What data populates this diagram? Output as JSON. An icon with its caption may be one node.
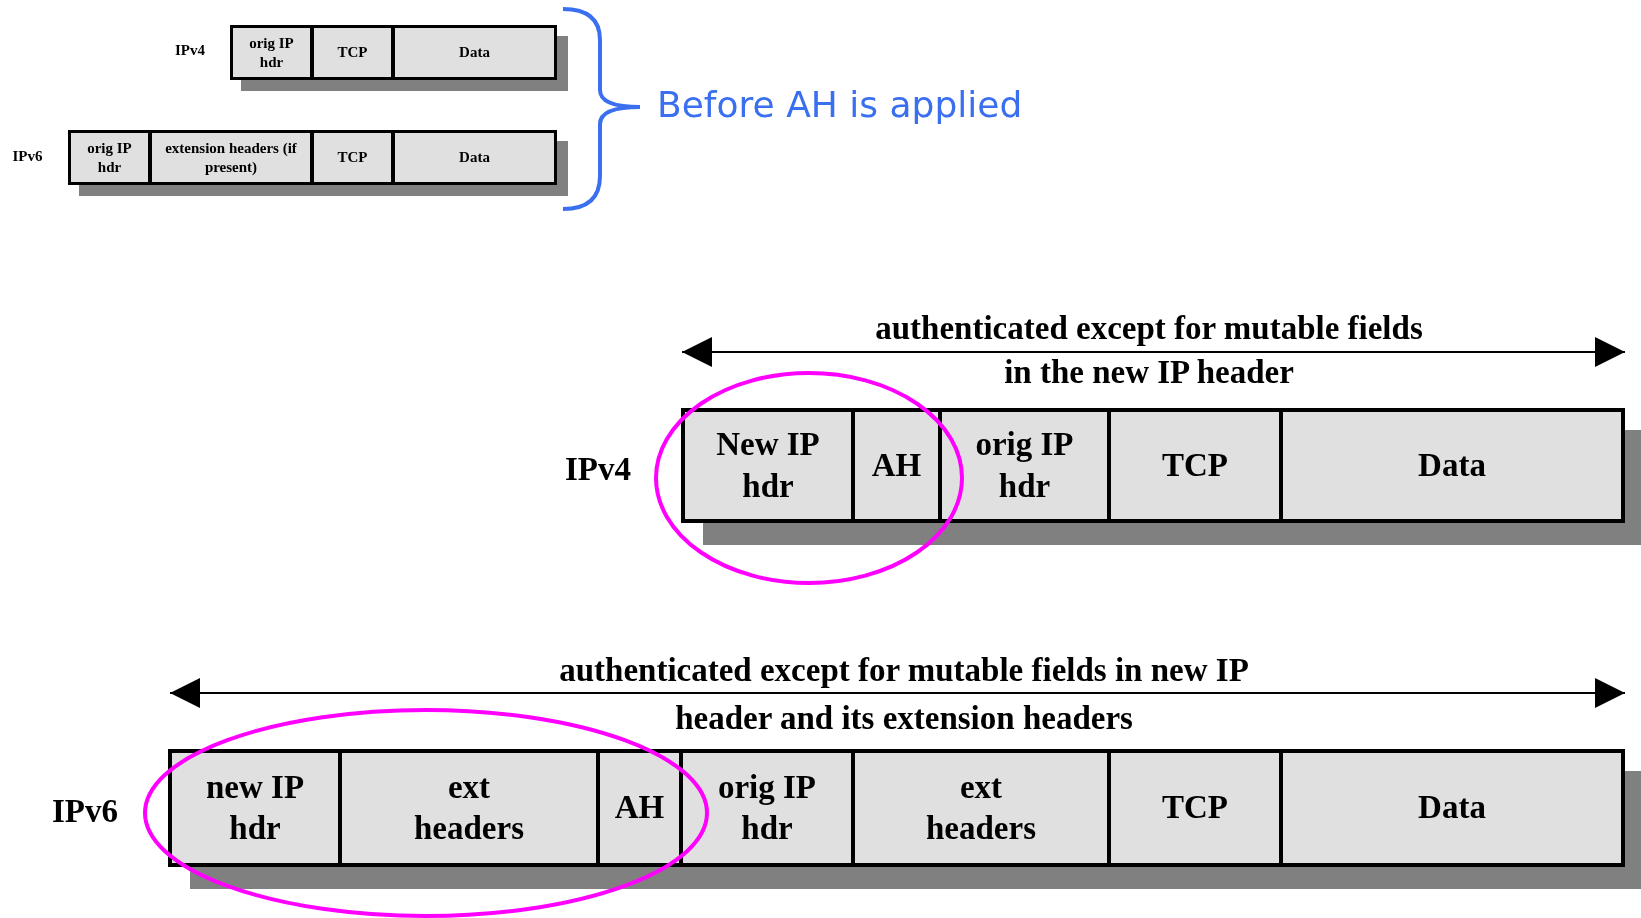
{
  "diagram": {
    "nodes": [
      {
        "text": [
          "orig IP hdr"
        ]
      },
      {
        "text": [
          "TCP"
        ]
      },
      {
        "text": [
          "Data"
        ]
      },
      {
        "text": [
          "orig IP hdr"
        ]
      },
      {
        "text": [
          "extension headers (if present)"
        ]
      },
      {
        "text": [
          "TCP"
        ]
      },
      {
        "text": [
          "Data"
        ]
      },
      {
        "text": [
          "New IP hdr"
        ]
      },
      {
        "text": [
          "AH"
        ]
      },
      {
        "text": [
          "orig IP hdr"
        ]
      },
      {
        "text": [
          "TCP"
        ]
      },
      {
        "text": [
          "Data"
        ]
      },
      {
        "text": [
          "new IP hdr"
        ]
      },
      {
        "text": [
          "ext headers"
        ]
      },
      {
        "text": [
          "AH"
        ]
      },
      {
        "text": [
          "orig IP hdr"
        ]
      },
      {
        "text": [
          "ext headers"
        ]
      },
      {
        "text": [
          "TCP"
        ]
      },
      {
        "text": [
          "Data"
        ]
      }
    ],
    "labels": [
      "IPv4",
      "IPv6",
      "Before AH is applied",
      "authenticated except for mutable fields in the new IP header",
      "IPv4",
      "authenticated except for mutable fields in new IP header and its extension headers",
      "IPv6"
    ]
  }
}
